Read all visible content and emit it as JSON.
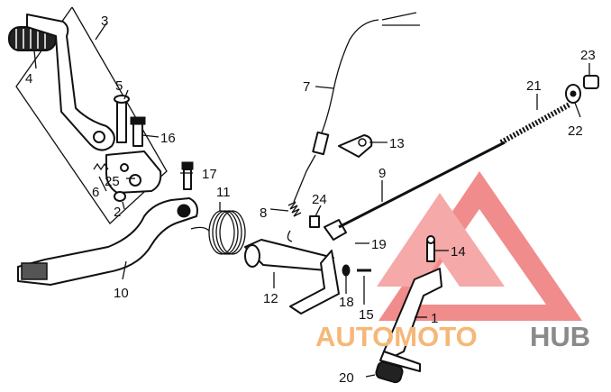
{
  "part_numbers": {
    "p1": "1",
    "p2": "2",
    "p3": "3",
    "p4": "4",
    "p5": "5",
    "p6": "6",
    "p7": "7",
    "p8": "8",
    "p9": "9",
    "p10": "10",
    "p11": "11",
    "p12": "12",
    "p13": "13",
    "p14": "14",
    "p15": "15",
    "p16": "16",
    "p17": "17",
    "p18": "18",
    "p19": "19",
    "p20": "20",
    "p21": "21",
    "p22": "22",
    "p23": "23",
    "p24": "24",
    "p25": "25"
  },
  "watermark": {
    "text_auto": "AUTOMOTO",
    "text_hub": "HUB",
    "color_red": "#f08080",
    "color_orange": "#f5b878",
    "color_gray": "#8a8a8a"
  }
}
